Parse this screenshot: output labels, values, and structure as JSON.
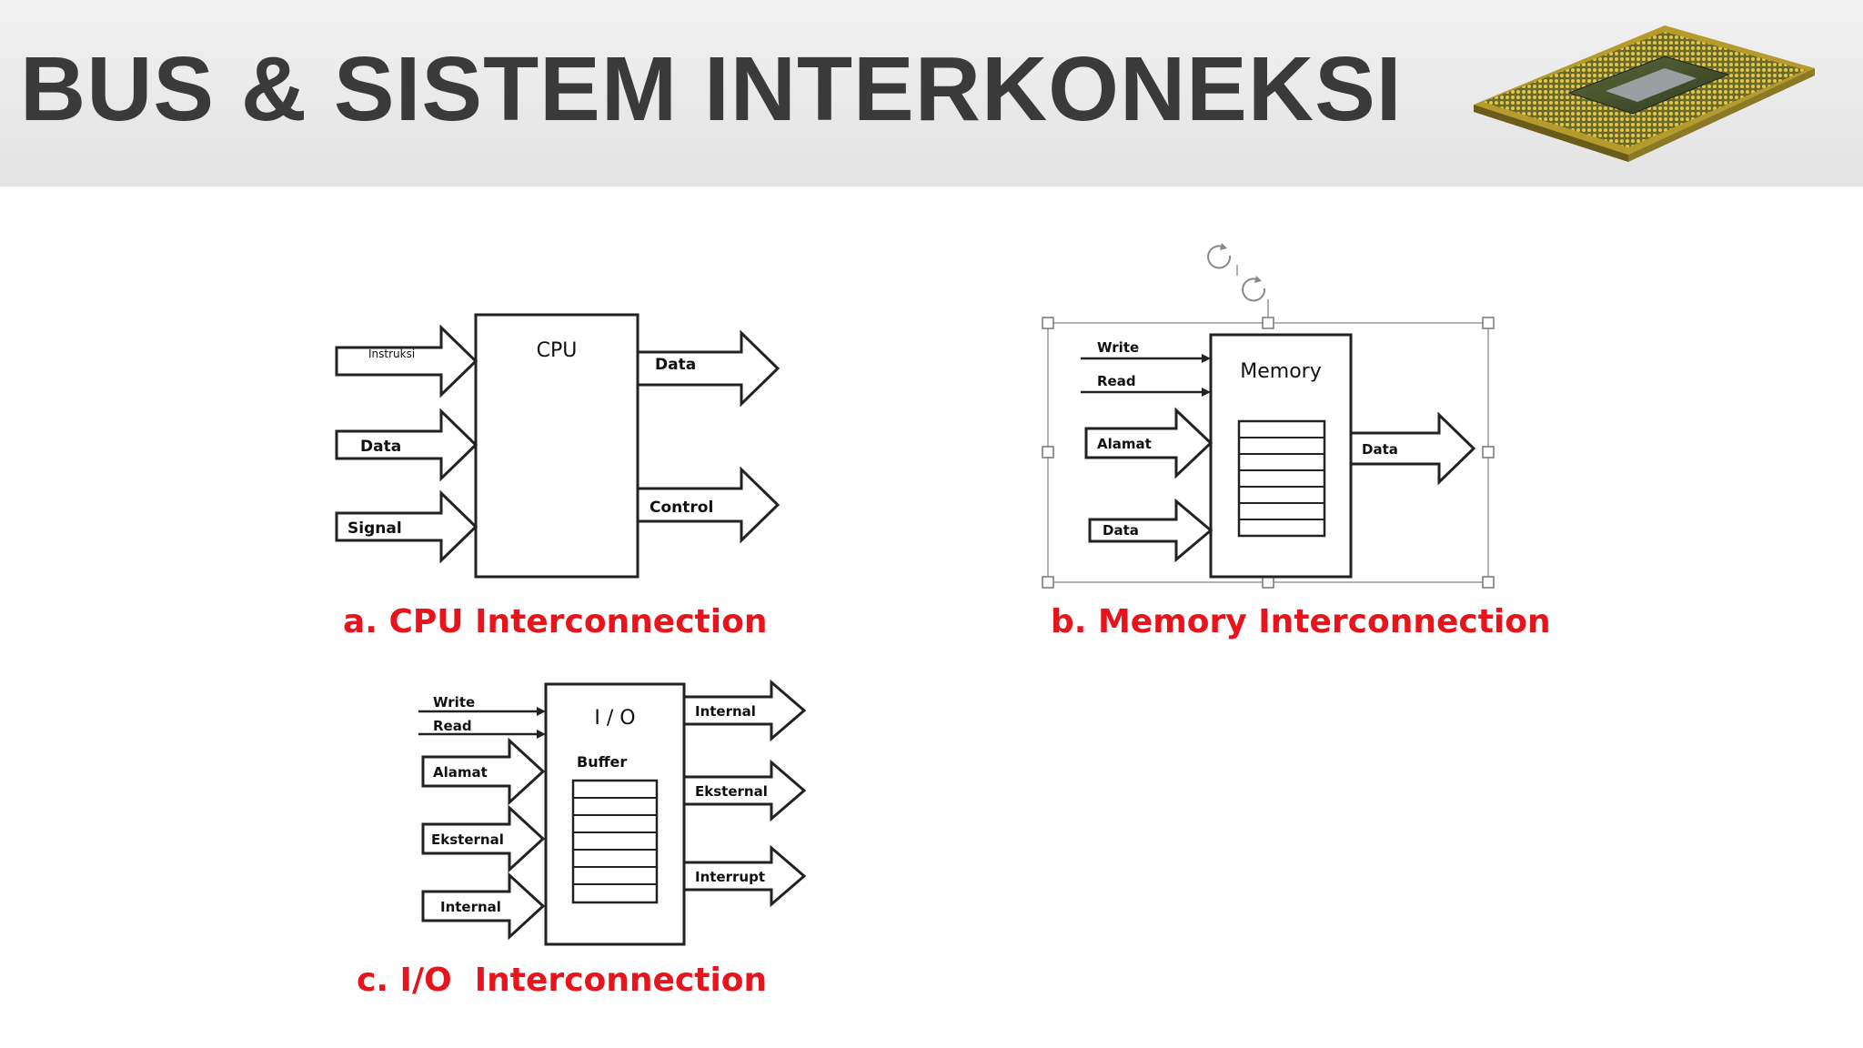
{
  "slide": {
    "title": "BUS & SISTEM INTERKONEKSI"
  },
  "cpu": {
    "box_label": "CPU",
    "inputs": [
      "Instruksi",
      "Data",
      "Signal"
    ],
    "outputs": [
      "Data",
      "Control"
    ],
    "caption": "a. CPU Interconnection"
  },
  "memory": {
    "box_label": "Memory",
    "lines_in": [
      "Write",
      "Read"
    ],
    "inputs": [
      "Alamat",
      "Data"
    ],
    "outputs": [
      "Data"
    ],
    "caption": "b. Memory Interconnection"
  },
  "io": {
    "box_label": "I / O",
    "buffer_label": "Buffer",
    "lines_in": [
      "Write",
      "Read"
    ],
    "inputs": [
      "Alamat",
      "Eksternal",
      "Internal"
    ],
    "outputs": [
      "Internal",
      "Eksternal",
      "Interrupt"
    ],
    "caption": "c. I/O  Interconnection"
  },
  "colors": {
    "caption": "#e8141c",
    "title": "#3a3a3a"
  },
  "icons": {
    "header_image": "cpu-chip-icon"
  }
}
